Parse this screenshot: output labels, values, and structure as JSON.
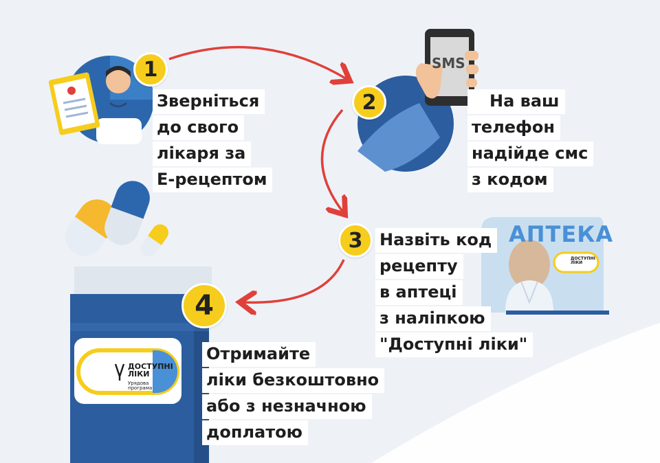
{
  "steps": [
    {
      "number": "1",
      "lines": [
        "Зверніться",
        "до свого",
        "лікаря за",
        "Е-рецептом"
      ]
    },
    {
      "number": "2",
      "lines": [
        "На ваш",
        "телефон",
        "надійде смс",
        "з кодом"
      ]
    },
    {
      "number": "3",
      "lines": [
        "Назвіть код",
        "рецепту",
        "в аптеці",
        "з наліпкою",
        "\"Доступні ліки\""
      ]
    },
    {
      "number": "4",
      "lines": [
        "Отримайте",
        "ліки безкоштовно",
        "або з незначною",
        "доплатою"
      ]
    }
  ],
  "phone": {
    "screen_text": "SMS"
  },
  "pharmacy": {
    "sign": "АПТЕКА"
  },
  "brand": {
    "title_1": "ДОСТУПНІ",
    "title_2": "ЛІКИ",
    "subtitle_1": "Урядова",
    "subtitle_2": "програма"
  },
  "colors": {
    "accent_yellow": "#f6cd1c",
    "arrow_red": "#e0403a",
    "dark_blue": "#2c5d9e",
    "light_blue": "#4a90d6"
  }
}
